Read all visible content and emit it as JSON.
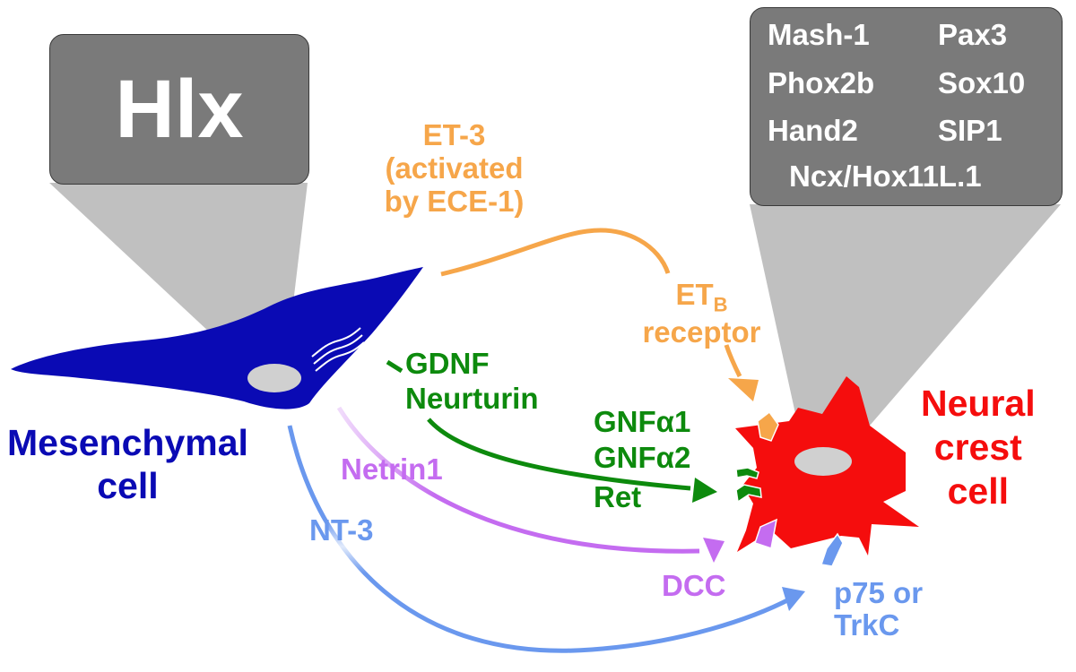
{
  "hlx_box": {
    "label": "Hlx"
  },
  "transcription_factors": {
    "items": [
      "Mash-1",
      "Pax3",
      "Phox2b",
      "Sox10",
      "Hand2",
      "SIP1",
      "Ncx/Hox11L.1"
    ]
  },
  "mesenchymal_cell": {
    "label_line1": "Mesenchymal",
    "label_line2": "cell",
    "color": "#0a0ab4"
  },
  "neural_crest_cell": {
    "label_line1": "Neural",
    "label_line2": "crest",
    "label_line3": "cell",
    "color": "#f50d0d"
  },
  "pathways": {
    "et3": {
      "ligand_line1": "ET-3",
      "ligand_line2": "(activated",
      "ligand_line3": "by ECE-1)",
      "receptor_main": "ET",
      "receptor_sub": "B",
      "receptor_line2": "receptor",
      "color": "#f6a64a"
    },
    "gdnf": {
      "ligand_line1": "GDNF",
      "ligand_line2": "Neurturin",
      "receptor_line1": "GNFα1",
      "receptor_line2": "GNFα2",
      "receptor_line3": "Ret",
      "color": "#0d8a0d"
    },
    "netrin": {
      "ligand": "Netrin1",
      "receptor": "DCC",
      "color": "#c46cf0"
    },
    "nt3": {
      "ligand": "NT-3",
      "receptor_line1": "p75 or",
      "receptor_line2": "TrkC",
      "color": "#6a98ee"
    }
  }
}
